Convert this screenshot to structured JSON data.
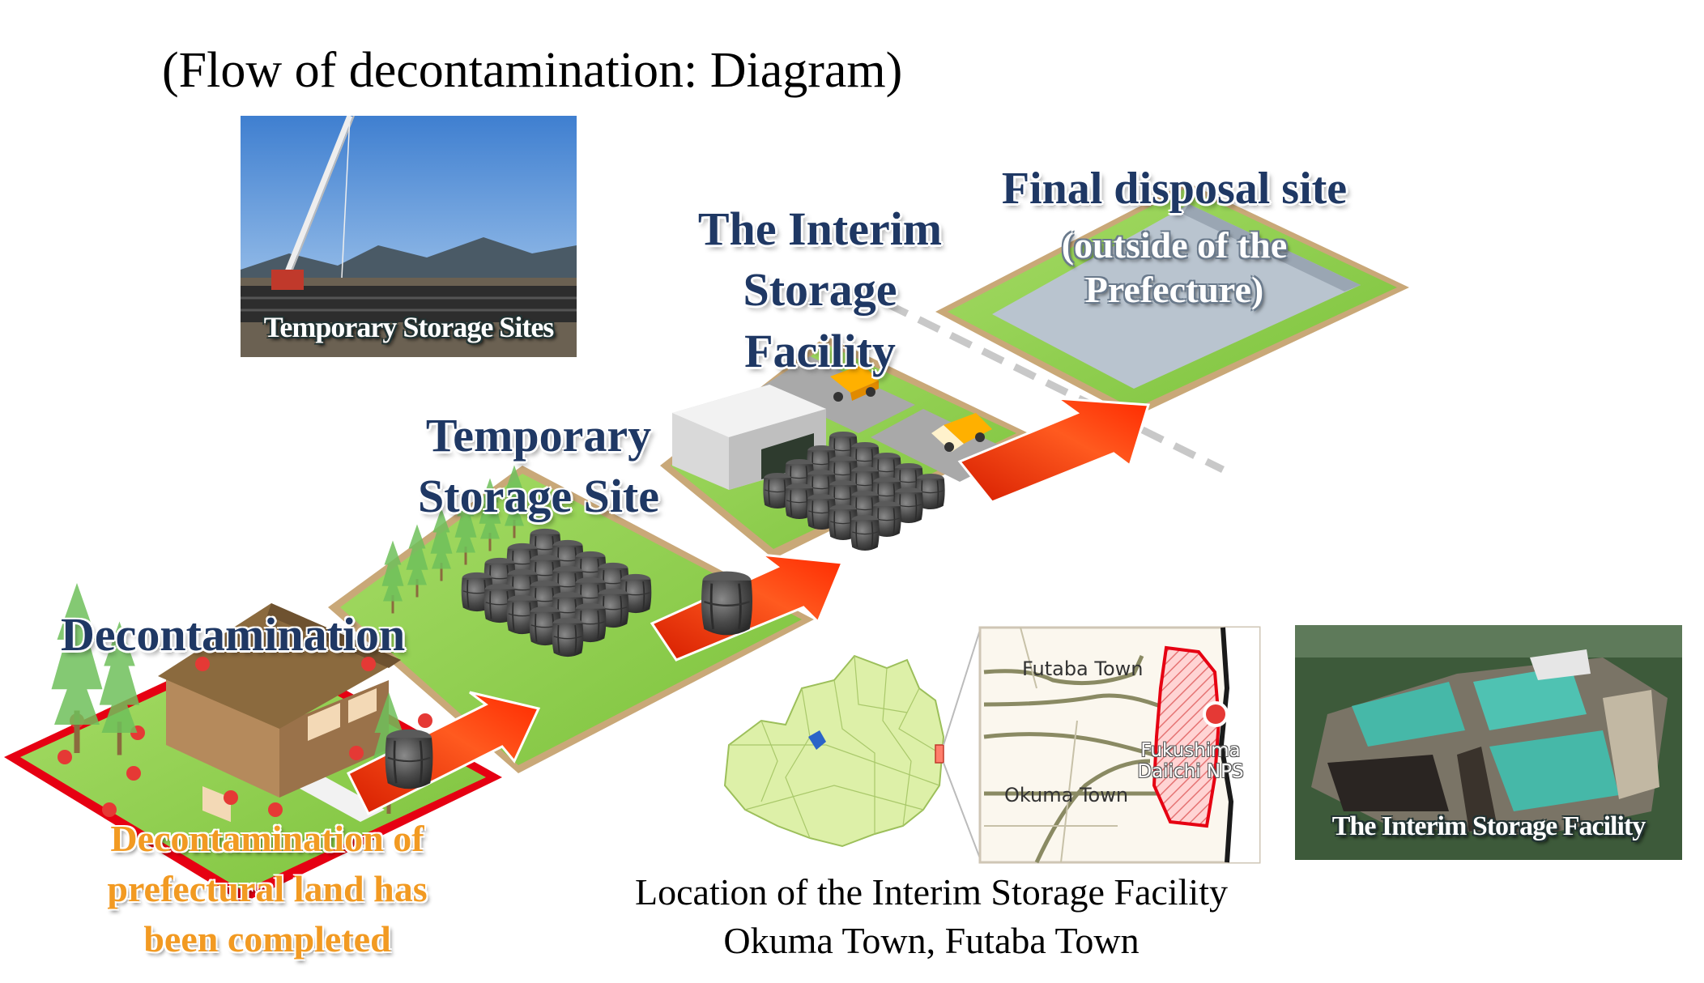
{
  "title": "(Flow of decontamination: Diagram)",
  "stages": {
    "decontamination": "Decontamination",
    "temporary_storage_line1": "Temporary",
    "temporary_storage_line2": "Storage Site",
    "interim_line1": "The Interim",
    "interim_line2": "Storage",
    "interim_line3": "Facility",
    "final_disposal": "Final disposal site",
    "final_sub_line1": "(outside of the",
    "final_sub_line2": "Prefecture)"
  },
  "completion_note": {
    "line1": "Decontamination of",
    "line2": "prefectural land has",
    "line3": "been completed"
  },
  "photos": {
    "temporary_caption": "Temporary Storage Sites",
    "interim_caption": "The Interim Storage Facility"
  },
  "map": {
    "futaba_town": "Futaba Town",
    "okuma_town": "Okuma Town",
    "nps_line1": "Fukushima",
    "nps_line2": "Daiichi NPS"
  },
  "location_caption": {
    "line1": "Location of the Interim Storage Facility",
    "line2": "Okuma Town, Futaba Town"
  },
  "colors": {
    "label_navy": "#1f3864",
    "note_orange": "#f29a22",
    "arrow_red": "#e8380d",
    "grass_green": "#8fd14f",
    "site_border_red": "#e60012"
  }
}
